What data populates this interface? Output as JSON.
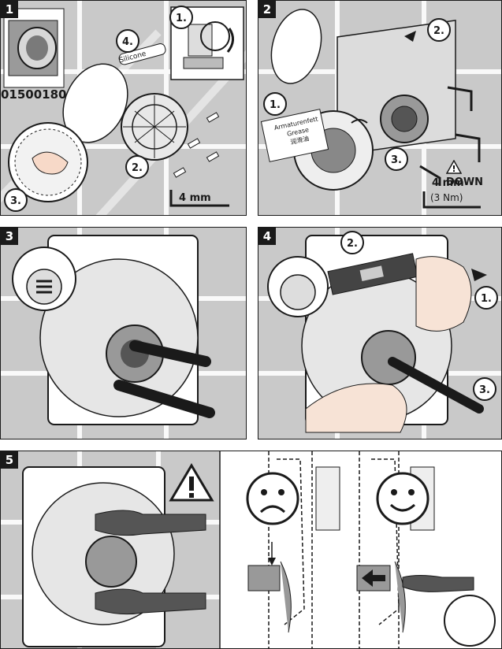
{
  "panels": [
    {
      "number": "1",
      "part_code": "01500180",
      "silicone_label": "Silicone",
      "tool_label": "4 mm",
      "steps": [
        "1.",
        "2.",
        "3.",
        "4."
      ]
    },
    {
      "number": "2",
      "grease_label_1": "Armaturenfett",
      "grease_label_2": "Grease",
      "grease_label_3": "润滑油",
      "down_label": "DOWN",
      "tool_label": "4 mm",
      "torque_label": "(3 Nm)",
      "steps": [
        "1.",
        "2.",
        "3."
      ]
    },
    {
      "number": "3"
    },
    {
      "number": "4",
      "steps": [
        "1.",
        "2.",
        "3."
      ]
    },
    {
      "number": "5"
    }
  ],
  "colors": {
    "tile": "#c9c9c9",
    "grout": "#ffffff",
    "outline": "#1a1a1a",
    "highlight": "#e8e8e8"
  },
  "icons": [
    "warning-triangle-icon",
    "sad-face-icon",
    "happy-face-icon",
    "arrow-left-icon",
    "hand-icon"
  ]
}
